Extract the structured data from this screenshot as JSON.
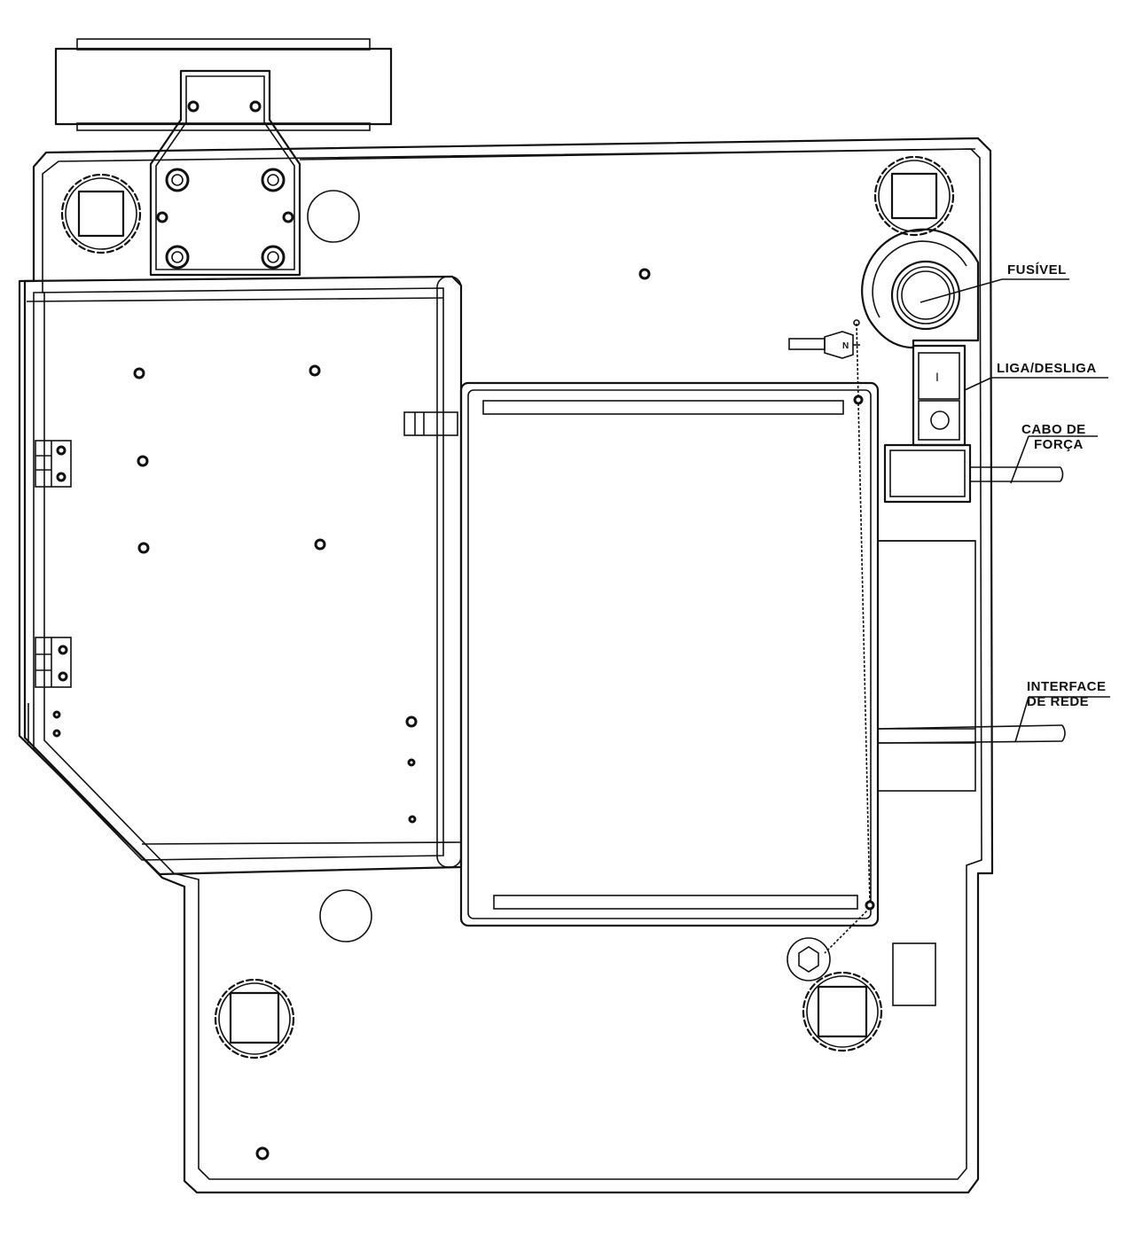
{
  "labels": {
    "fusivel": "FUSÍVEL",
    "liga_desliga": "LIGA/DESLIGA",
    "cabo_de_forca_line1": "CABO DE",
    "cabo_de_forca_line2": "FORÇA",
    "interface_de_rede_line1": "INTERFACE",
    "interface_de_rede_line2": "DE REDE"
  },
  "switch_symbol": "I",
  "key_letter": "N"
}
